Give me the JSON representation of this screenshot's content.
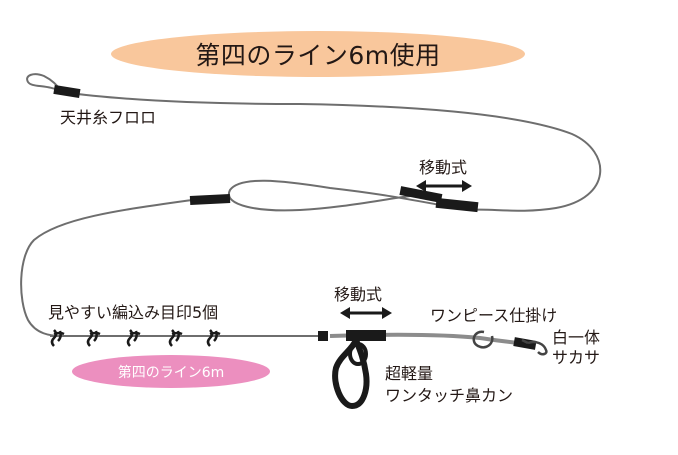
{
  "title": "第四のライン6m使用",
  "badge": "第四のライン6m",
  "labels": {
    "top_line": "天井糸フロロ",
    "movable_upper": "移動式",
    "movable_lower": "移動式",
    "markers": "見やすい編込み目印5個",
    "one_piece": "ワンピース仕掛け",
    "hook_line1": "白一体",
    "hook_line2": "サカサ",
    "clip_line1": "超軽量",
    "clip_line2": "ワンタッチ鼻カン"
  },
  "colors": {
    "title_pill": "#f9c79c",
    "badge_pill": "#ec8fbf",
    "line": "#6e6e6e",
    "knot": "#1a1a1a",
    "leader": "#8c8c8c"
  }
}
